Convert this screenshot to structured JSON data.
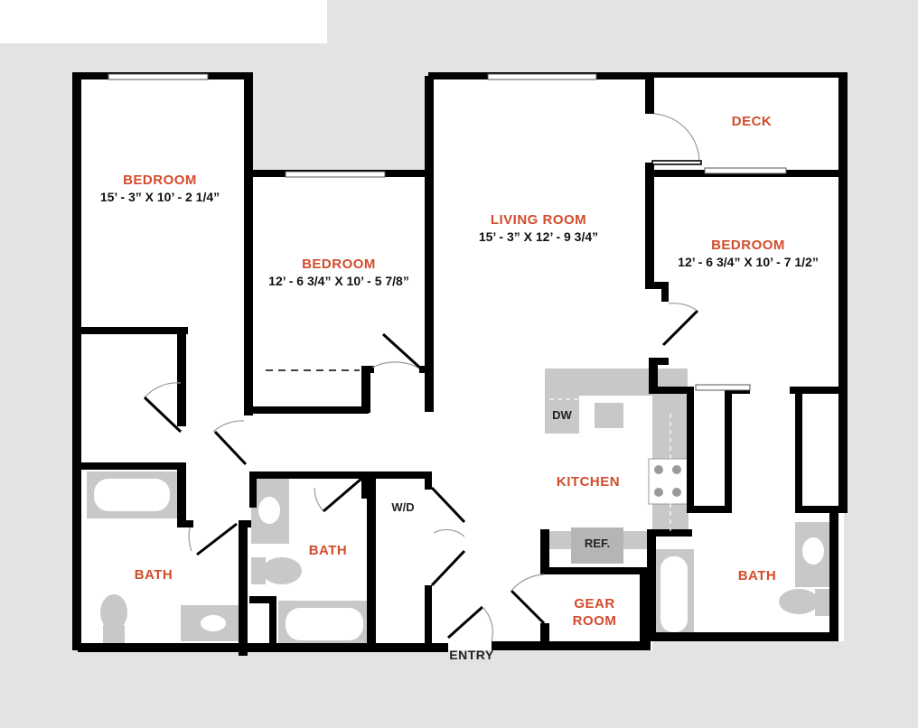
{
  "plan_title": "Floor Plan",
  "colors": {
    "room_label": "#d24c2b",
    "wall": "#000000",
    "background": "#e3e3e3",
    "fixture": "#c8c8c8"
  },
  "rooms": {
    "bedroom_left": {
      "name": "BEDROOM",
      "dims": "15’ - 3” X 10’ - 2 1/4”"
    },
    "bedroom_middle": {
      "name": "BEDROOM",
      "dims": "12’ - 6 3/4” X 10’ - 5 7/8”"
    },
    "living_room": {
      "name": "LIVING ROOM",
      "dims": "15’ - 3” X 12’ - 9 3/4”"
    },
    "deck": {
      "name": "DECK"
    },
    "bedroom_right": {
      "name": "BEDROOM",
      "dims": "12’ - 6 3/4” X 10’ - 7 1/2”"
    },
    "kitchen": {
      "name": "KITCHEN"
    },
    "bath_left": {
      "name": "BATH"
    },
    "bath_middle": {
      "name": "BATH"
    },
    "bath_right": {
      "name": "BATH"
    },
    "gear_room": {
      "name_line1": "GEAR",
      "name_line2": "ROOM"
    }
  },
  "fixtures": {
    "dishwasher": "DW",
    "washer_dryer": "W/D",
    "refrigerator": "REF."
  },
  "entry": "ENTRY"
}
